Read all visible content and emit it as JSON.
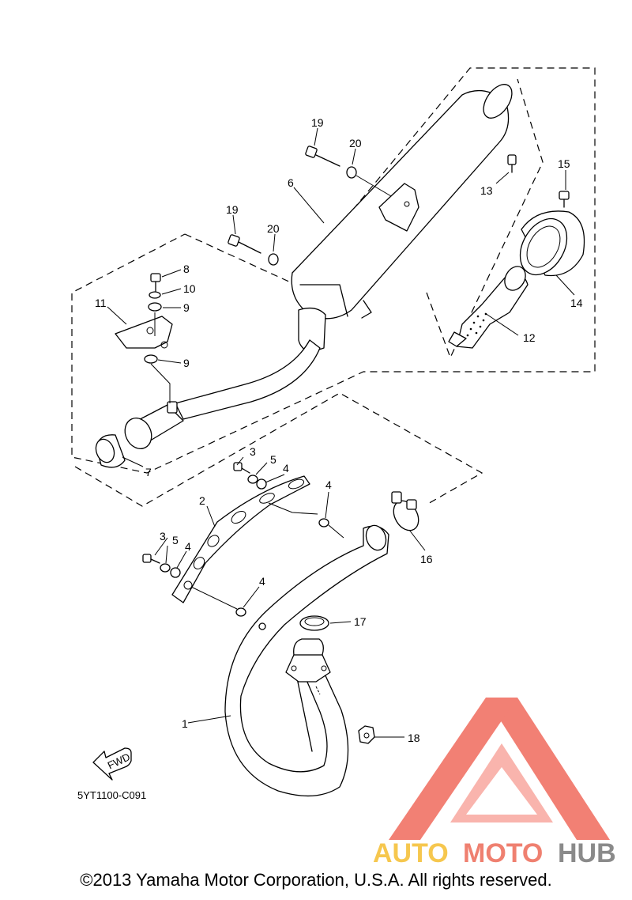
{
  "diagram": {
    "part_code": "5YT1100-C091",
    "fwd_label": "FWD",
    "callouts": [
      "1",
      "2",
      "3",
      "3",
      "4",
      "4",
      "4",
      "4",
      "5",
      "5",
      "6",
      "7",
      "8",
      "9",
      "9",
      "10",
      "11",
      "12",
      "13",
      "14",
      "15",
      "16",
      "17",
      "18",
      "19",
      "19",
      "20",
      "20"
    ]
  },
  "watermark": {
    "text_auto": "AUTO",
    "text_moto": "MOTO",
    "text_hub": "HUB",
    "colors": {
      "auto": "#f6c74e",
      "moto": "#ef8070",
      "hub": "#8a8a8a",
      "logo": "#f06a5c"
    }
  },
  "footer": {
    "copyright": "©2013 Yamaha Motor Corporation, U.S.A. All rights reserved."
  }
}
